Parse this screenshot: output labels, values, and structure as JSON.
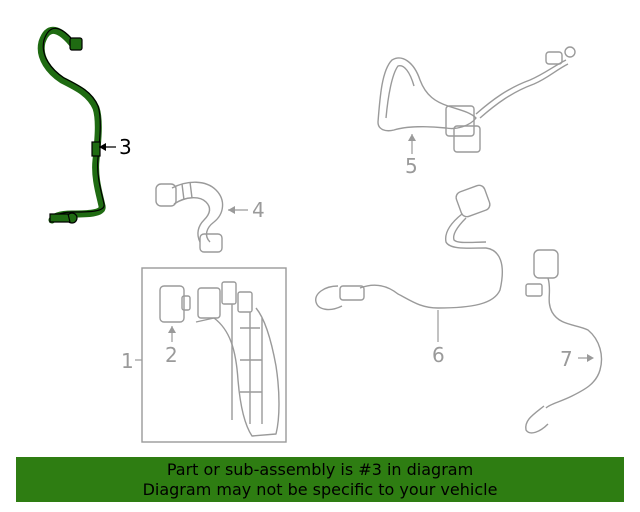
{
  "colors": {
    "highlight_part": "#1f6b12",
    "part_outline": "#9a9a9a",
    "banner_bg": "#2e7d12",
    "banner_text": "#000000"
  },
  "callouts": {
    "c1": "1",
    "c2": "2",
    "c3": "3",
    "c4": "4",
    "c5": "5",
    "c6": "6",
    "c7": "7"
  },
  "banner": {
    "line1": "Part or sub-assembly is #3 in diagram",
    "line2": "Diagram may not be specific to your vehicle"
  }
}
